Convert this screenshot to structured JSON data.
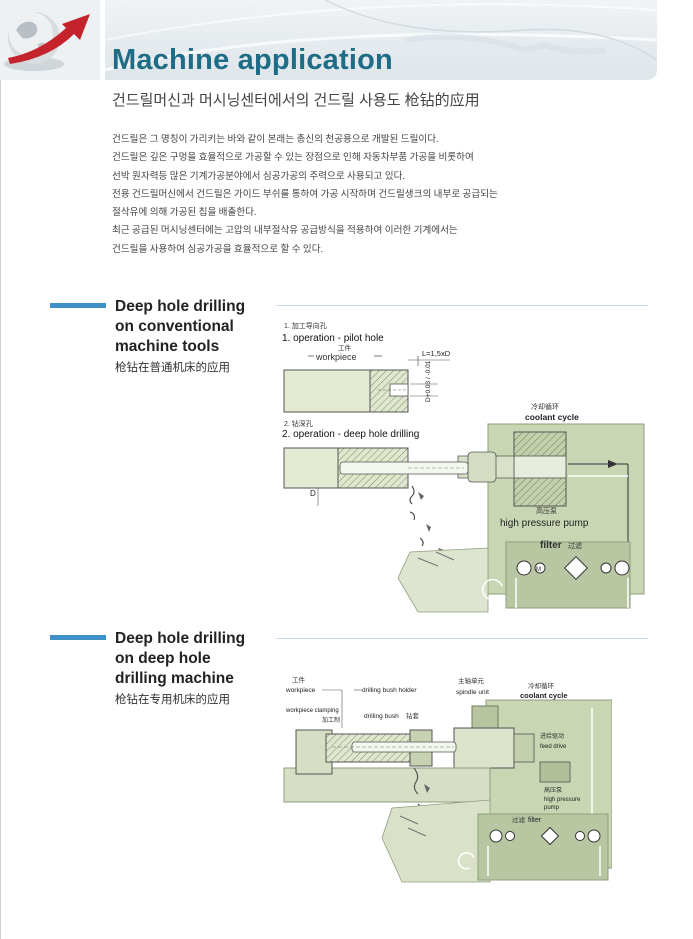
{
  "header": {
    "title": "Machine application",
    "subtitle": "건드릴머신과 머시닝센터에서의 건드릴 사용도 枪钻的应用"
  },
  "intro_lines": [
    "건드릴은 그 명칭이 가리키는 바와 같이 본래는 총신의 천공용으로 개발된 드릴이다.",
    "건드릴은 깊은 구멍을 효율적으로 가공할 수 있는 장점으로 인해 자동차부품 가공을 비롯하여",
    "선박 원자력등 많은 기계가공분야에서 심공가공의 주력으로 사용되고 있다.",
    "전용 건드릴머신에서 건드릴은 가이드 부쉬를 통하여 가공 시작하며 건드릴생크의 내부로 공급되는",
    "절삭유에 의해 가공된 칩을 배출한다.",
    "최근 공급된 머시닝센터에는 고압의 내부절삭유 공급방식을 적용하여 이러한 기계에서는",
    "건드릴을 사용하여 심공가공을 효율적으로 할 수 있다."
  ],
  "sections": [
    {
      "title_lines": [
        "Deep hole drilling",
        "on conventional",
        "machine tools"
      ],
      "title_cn": "枪钻在普通机床的应用",
      "diagram": {
        "op1_cn": "1. 加工导向孔",
        "op1": "1. operation - pilot hole",
        "workpiece_cn": "工件",
        "workpiece": "workpiece",
        "dim_length": "L=1,5xD",
        "dim_tol": "D+0.03 / -0.01",
        "op2_cn": "2. 钻深孔",
        "op2": "2. operation - deep hole drilling",
        "dim_d": "D",
        "coolant_cn": "冷却循环",
        "coolant": "coolant cycle",
        "pump_cn": "高压泵",
        "pump": "high pressure pump",
        "filter": "filter",
        "filter_cn": "过滤"
      }
    },
    {
      "title_lines": [
        "Deep hole drilling",
        "on deep hole",
        "drilling machine"
      ],
      "title_cn": "枪钻在专用机床的应用",
      "diagram": {
        "workpiece_cn": "工件",
        "workpiece": "workpiece",
        "bush_holder": "drilling bush holder",
        "spindle_cn": "主轴单元",
        "spindle": "spindle unit",
        "coolant_cn": "冷却循环",
        "coolant": "coolant cycle",
        "clamping": "workpiece clamping",
        "clamping_cn": "加工制",
        "bush": "drilling bush",
        "bush_cn": "钻套",
        "feed_cn": "进给驱动",
        "feed": "feed drive",
        "pump_cn": "高压泵",
        "pump_line1": "high pressure",
        "pump_line2": "pump",
        "filter_cn": "过滤",
        "filter": "filter"
      }
    }
  ],
  "colors": {
    "title": "#1e6c86",
    "accent_bar": "#3f8fc8",
    "machine_green": "#c9d6b3",
    "machine_dark": "#8e9d7d"
  }
}
